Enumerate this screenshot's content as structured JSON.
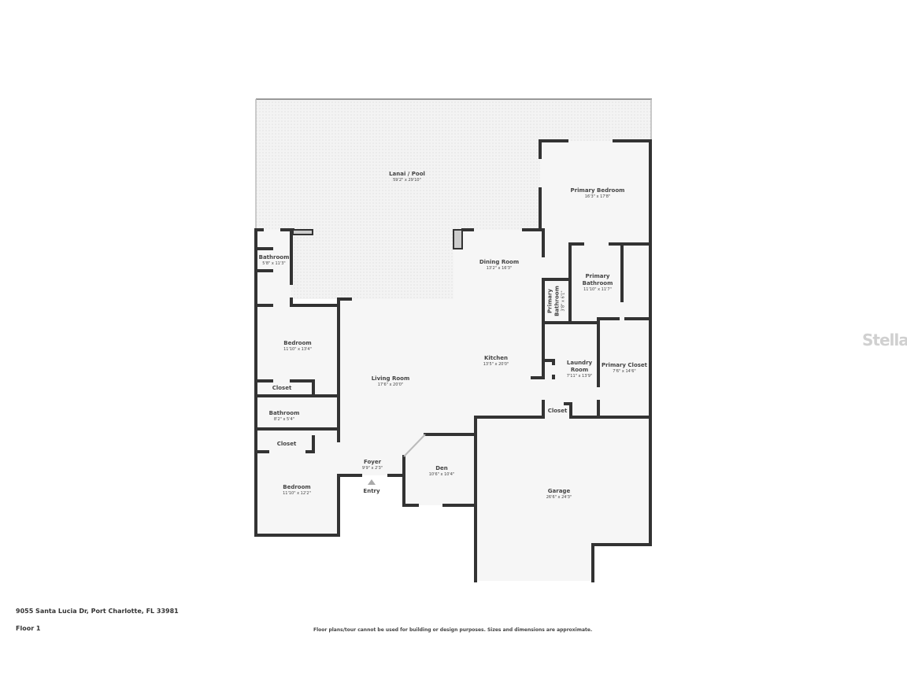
{
  "address": "9055 Santa Lucia Dr, Port Charlotte, FL 33981",
  "floor": "Floor 1",
  "disclaimer": "Floor plans/tour cannot be used for building or design purposes. Sizes and dimensions are approximate.",
  "watermark": "StellarMLS",
  "entry_label": "Entry",
  "colors": {
    "wall": "#333333",
    "floor": "#f5f5f5",
    "lanai": "#eeeeee"
  },
  "rooms": [
    {
      "name": "Lanai / Pool",
      "dims": "59'2\" x 29'10\""
    },
    {
      "name": "Primary Bedroom",
      "dims": "16'3\" x 17'8\""
    },
    {
      "name": "Bathroom",
      "dims": "5'8\" x 11'3\""
    },
    {
      "name": "Dining Room",
      "dims": "13'2\" x 16'3\""
    },
    {
      "name": "Primary Bathroom",
      "dims": "11'10\" x 11'7\""
    },
    {
      "name": "Primary Bathroom",
      "dims": "3'8\" x 6'1\""
    },
    {
      "name": "Bedroom",
      "dims": "11'10\" x 13'4\""
    },
    {
      "name": "Kitchen",
      "dims": "13'5\" x 20'0\""
    },
    {
      "name": "Laundry Room",
      "dims": "7'11\" x 13'9\""
    },
    {
      "name": "Primary Closet",
      "dims": "7'6\" x 14'6\""
    },
    {
      "name": "Living Room",
      "dims": "17'6\" x 20'0\""
    },
    {
      "name": "Closet",
      "dims": ""
    },
    {
      "name": "Bathroom",
      "dims": "8'2\" x 5'4\""
    },
    {
      "name": "Closet",
      "dims": ""
    },
    {
      "name": "Closet",
      "dims": ""
    },
    {
      "name": "Foyer",
      "dims": "9'9\" x 2'3\""
    },
    {
      "name": "Den",
      "dims": "10'6\" x 10'4\""
    },
    {
      "name": "Garage",
      "dims": "26'6\" x 24'3\""
    },
    {
      "name": "Bedroom",
      "dims": "11'10\" x 12'2\""
    }
  ]
}
